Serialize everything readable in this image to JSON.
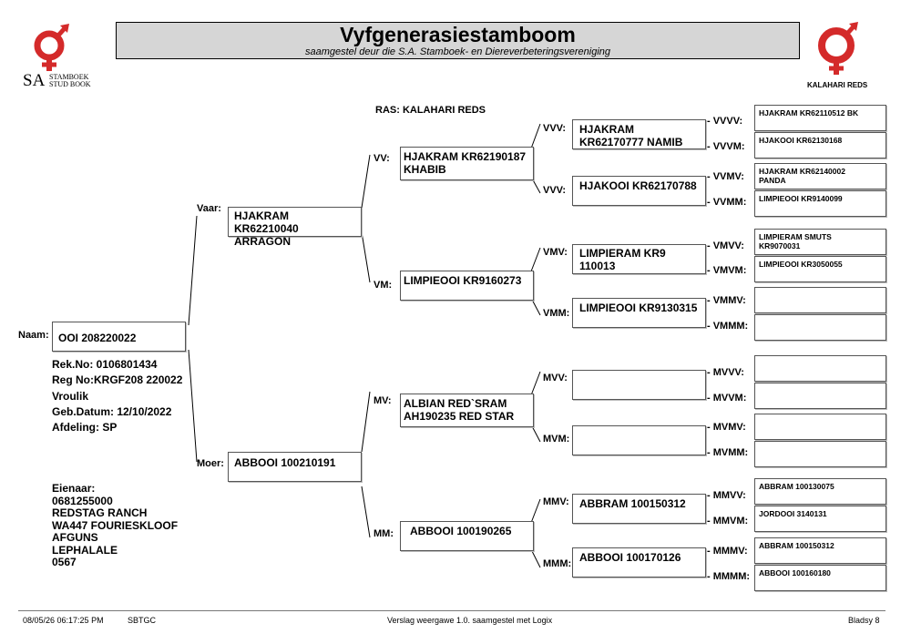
{
  "header": {
    "title": "Vyfgenerasiestamboom",
    "subtitle": "saamgestel deur die S.A. Stamboek- en Diereverbeteringsvereniging",
    "left_logo": {
      "icon": "sa-studbook-logo",
      "text_sa": "SA",
      "text_top": "STAMBOEK",
      "text_bottom": "STUD BOOK",
      "color": "#d42a2a"
    },
    "right_logo": {
      "icon": "kalahari-reds-logo",
      "caption": "KALAHARI REDS",
      "color": "#d42a2a"
    }
  },
  "breed": "RAS: KALAHARI REDS",
  "animal": {
    "name_label": "Naam:",
    "name": "OOI 208220022",
    "rek_no": "Rek.No: 0106801434",
    "reg_no": "Reg No:KRGF208 220022",
    "sex": "Vroulik",
    "birth_date": "Geb.Datum: 12/10/2022",
    "section": "Afdeling: SP"
  },
  "owner": {
    "label": "Eienaar:",
    "id": "0681255000",
    "farm": "REDSTAG RANCH",
    "address1": "WA447 FOURIESKLOOF",
    "address2": "AFGUNS",
    "town": "LEPHALALE",
    "code": "0567"
  },
  "labels": {
    "vaar": "Vaar:",
    "moer": "Moer:",
    "vv": "VV:",
    "vm": "VM:",
    "mv": "MV:",
    "mm": "MM:",
    "vvv": "VVV:",
    "vvm": "VVV:",
    "vmv": "VMV:",
    "vmm": "VMM:",
    "mvv": "MVV:",
    "mvm": "MVM:",
    "mmv": "MMV:",
    "mmm": "MMM:",
    "vvvv": "- VVVV:",
    "vvvm": "- VVVM:",
    "vvmv": "- VVMV:",
    "vvmm": "- VVMM:",
    "vmvv": "- VMVV:",
    "vmvm": "- VMVM:",
    "vmmv": "- VMMV:",
    "vmmm": "- VMMM:",
    "mvvv": "- MVVV:",
    "mvvm": "- MVVM:",
    "mvmv": "- MVMV:",
    "mvmm": "- MVMM:",
    "mmvv": "- MMVV:",
    "mmvm": "- MMVM:",
    "mmmv": "- MMMV:",
    "mmmm": "- MMMM:"
  },
  "gen1": {
    "sire": "HJAKRAM\nKR62210040\nARRAGON",
    "dam": "ABBOOI 100210191"
  },
  "gen2": {
    "vv": "HJAKRAM KR62190187\nKHABIB",
    "vm": "LIMPIEOOI KR9160273",
    "mv": "ALBIAN RED`SRAM\nAH190235 RED STAR",
    "mm": "ABBOOI 100190265"
  },
  "gen3": {
    "vvv": "HJAKRAM\nKR62170777 NAMIB",
    "vvm": "HJAKOOI KR62170788",
    "vmv": "LIMPIERAM KR9\n110013",
    "vmm": "LIMPIEOOI KR9130315",
    "mvv": "",
    "mvm": "",
    "mmv": "ABBRAM 100150312",
    "mmm": "ABBOOI 100170126"
  },
  "gen4": {
    "vvvv": "HJAKRAM KR62110512 BK",
    "vvvm": "HJAKOOI KR62130168",
    "vvmv": "HJAKRAM KR62140002\nPANDA",
    "vvmm": "LIMPIEOOI KR9140099",
    "vmvv": "LIMPIERAM SMUTS\nKR9070031",
    "vmvm": "LIMPIEOOI KR3050055",
    "vmmv": "",
    "vmmm": "",
    "mvvv": "",
    "mvvm": "",
    "mvmv": "",
    "mvmm": "",
    "mmvv": "ABBRAM 100130075",
    "mmvm": "JORDOOI 3140131",
    "mmmv": "ABBRAM 100150312",
    "mmmm": "ABBOOI 100160180"
  },
  "footer": {
    "datetime": "08/05/26 06:17:25 PM",
    "code": "SBTGC",
    "version": "Verslag weergawe 1.0. saamgestel met Logix",
    "page": "Bladsy 8"
  }
}
